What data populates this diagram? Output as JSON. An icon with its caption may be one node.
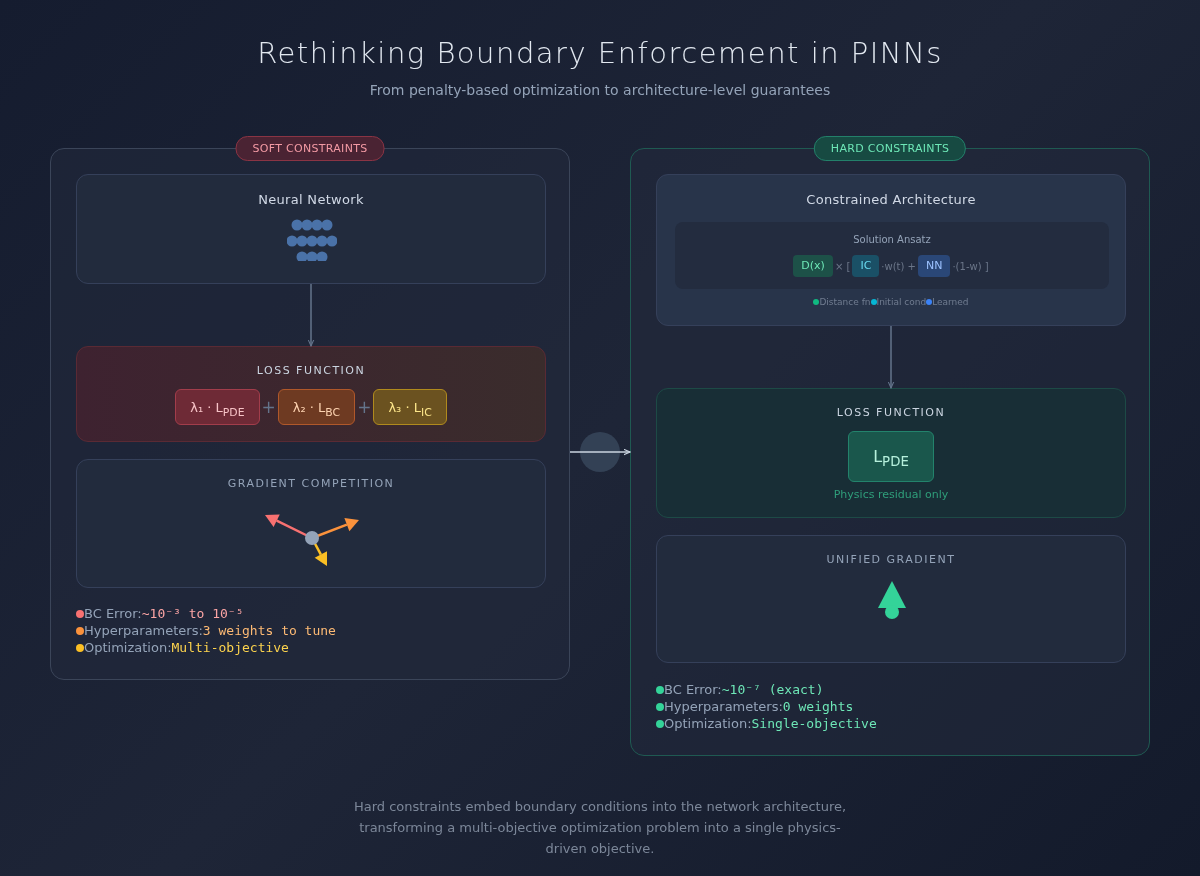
{
  "diagram": {
    "title": "Rethinking Boundary Enforcement in PINNs",
    "caption": "Hard constraints embed boundary conditions into the network architecture, transforming a multi-objective optimization problem into a single physics-driven objective.",
    "nodes": [
      {
        "text": [
          "SOFT CONSTRAINTS"
        ]
      },
      {
        "text": [
          "Neural Network"
        ],
        "in": 0
      },
      {
        "text": [
          "LOSS FUNCTION"
        ],
        "in": 0
      },
      {
        "text": [
          "λ₁ · L$_{PDE}$"
        ],
        "in": 2
      },
      {
        "text": [
          "λ₂ · L$_{BC}$"
        ],
        "in": 2
      },
      {
        "text": [
          "λ₃ · L$_{IC}$"
        ],
        "in": 2
      },
      {
        "text": [
          "GRADIENT COMPETITION"
        ],
        "in": 0
      },
      {
        "text": [
          "HARD CONSTRAINTS"
        ]
      },
      {
        "text": [
          "Constrained Architecture"
        ],
        "in": 7
      },
      {
        "text": [
          "Solution Ansatz"
        ],
        "in": 8
      },
      {
        "text": [
          "D(x)"
        ],
        "in": 9
      },
      {
        "text": [
          "IC"
        ],
        "in": 9
      },
      {
        "text": [
          "NN"
        ],
        "in": 9
      },
      {
        "text": [
          "LOSS FUNCTION",
          "Physics residual only"
        ],
        "in": 7
      },
      {
        "text": [
          "L$_{PDE}$"
        ],
        "in": 13
      },
      {
        "text": [
          "UNIFIED GRADIENT"
        ],
        "in": 7
      }
    ],
    "edges": [
      {
        "from": 1,
        "to": 2,
        "arrow": "to"
      },
      {
        "from": 0,
        "to": 7,
        "arrow": "to",
        "color": "#cbd5e1"
      },
      {
        "from": 8,
        "to": 13,
        "arrow": "to"
      }
    ],
    "labels": [
      "From penalty-based optimization to architecture-level guarantees",
      "+",
      "+",
      "× [",
      "·w(t) +",
      "·(1-w) ]",
      "BC Error:",
      "~10⁻³ to 10⁻⁵",
      "Hyperparameters:",
      "3 weights to tune",
      "Optimization:",
      "Multi-objective",
      "BC Error:",
      "~10⁻⁷ (exact)",
      "Hyperparameters:",
      "0 weights",
      "Optimization:",
      "Single-objective"
    ],
    "legend": [
      {
        "text": "Distance fn",
        "color": "#10b981"
      },
      {
        "text": "Initial cond",
        "color": "#06b6d4"
      },
      {
        "text": "Learned",
        "color": "#3b82f6"
      }
    ]
  }
}
